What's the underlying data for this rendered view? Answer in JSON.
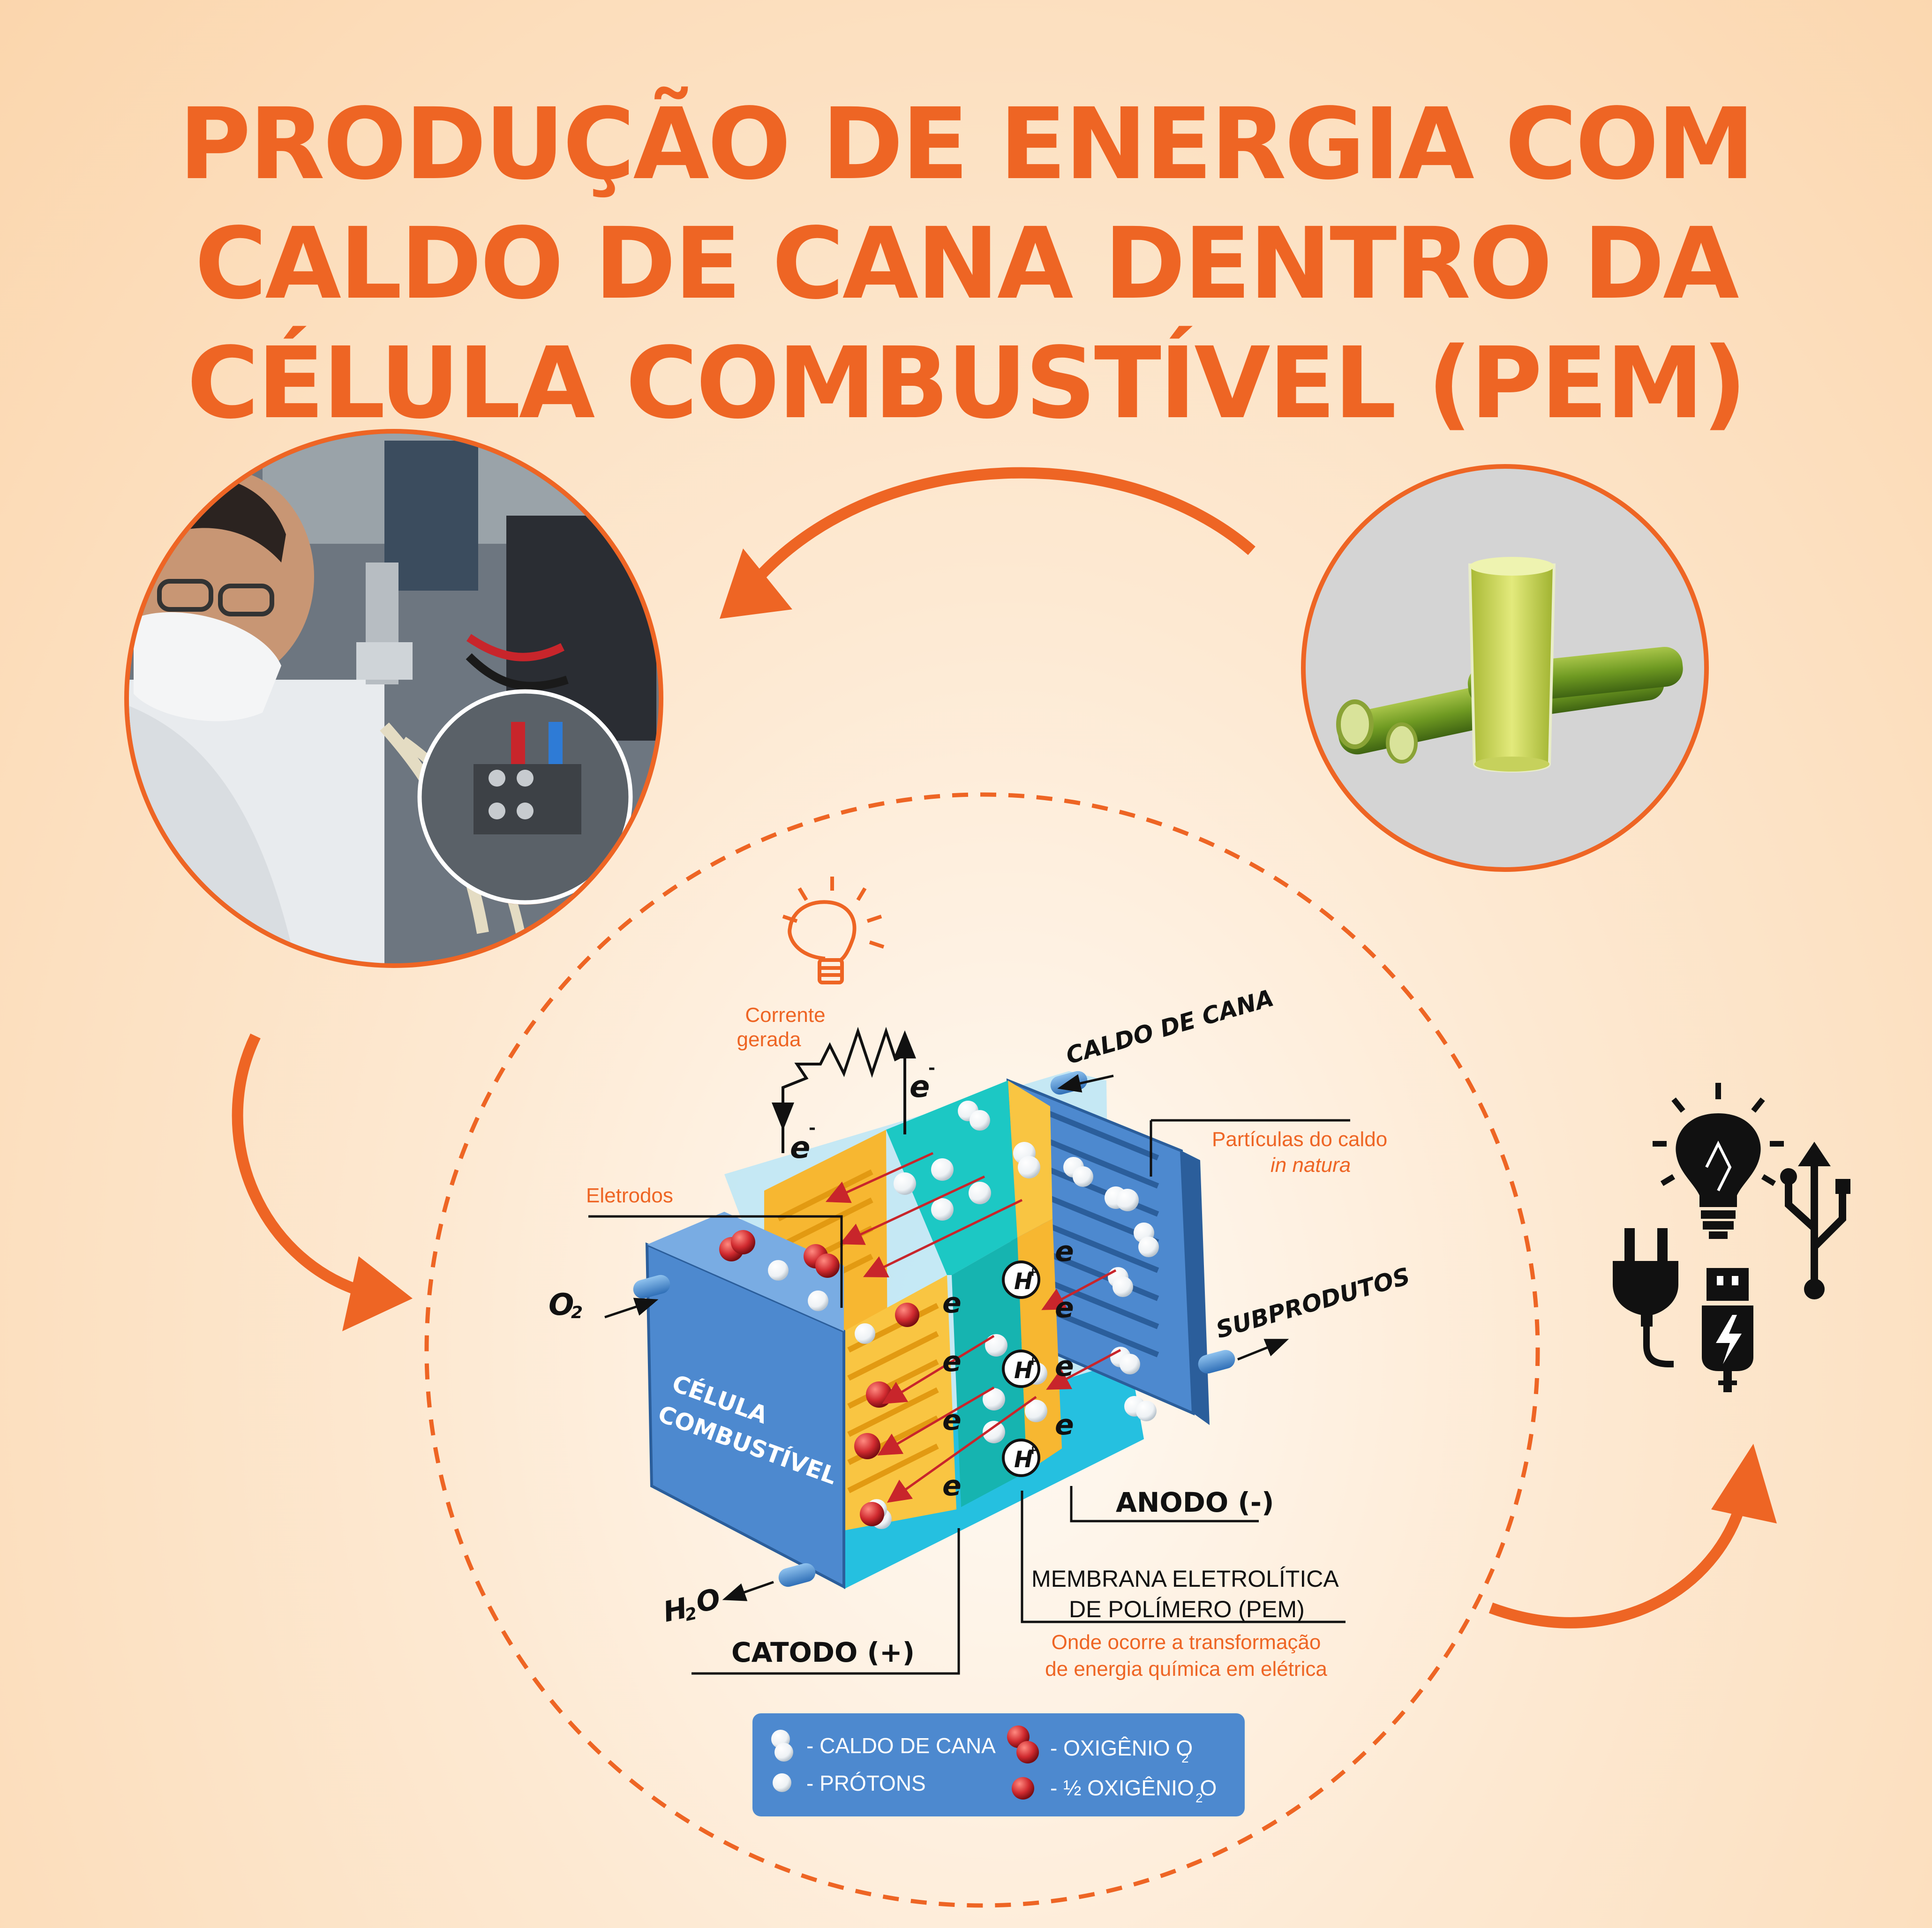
{
  "title": {
    "line1": "PRODUÇÃO DE ENERGIA COM",
    "line2": "CALDO DE CANA DENTRO DA",
    "line3": "CÉLULA COMBUSTÍVEL (PEM)"
  },
  "colors": {
    "accent": "#ee6524",
    "cell_blue": "#4d89cf",
    "electrode_yellow": "#f7b731",
    "membrane_teal": "#1cc8c4",
    "oxygen_red": "#c8252b"
  },
  "photos": {
    "researcher": "researcher-with-fuel-cell-photo",
    "juice": "sugarcane-juice-glass-photo"
  },
  "diagram": {
    "current_label_1": "Corrente",
    "current_label_2": "gerada",
    "electron": "e",
    "electron_sup": "-",
    "proton": "H",
    "proton_sup": "+",
    "electrodes_label": "Eletrodos",
    "caldo_label": "CALDO DE CANA",
    "particles_label_1": "Partículas do caldo",
    "particles_label_2": "in natura",
    "o2_label": "O",
    "o2_sub": "2",
    "subprodutos_label": "SUBPRODUTOS",
    "cell_label_1": "CÉLULA",
    "cell_label_2": "COMBUSTÍVEL",
    "anodo_label": "ANODO (-)",
    "h2o_label": "H",
    "h2o_sub": "2",
    "h2o_o": "O",
    "catodo_label": "CATODO (+)",
    "membrane_label_1": "MEMBRANA ELETROLÍTICA",
    "membrane_label_2": "DE POLÍMERO (PEM)",
    "membrane_desc_1": "Onde ocorre a transformação",
    "membrane_desc_2": "de energia química em elétrica"
  },
  "legend": {
    "caldo": "- CALDO DE CANA",
    "protons": "- PRÓTONS",
    "oxygen": "- OXIGÊNIO O",
    "oxygen_sub": "2",
    "half_oxygen": "- ½ OXIGÊNIO O",
    "half_oxygen_sub": "2"
  },
  "icons": [
    "light-bulb-icon",
    "usb-symbol-icon",
    "power-plug-icon",
    "usb-charger-icon"
  ]
}
